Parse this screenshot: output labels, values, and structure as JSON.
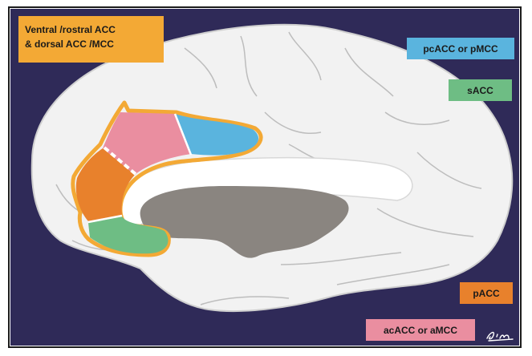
{
  "labels": {
    "main_line1": "Ventral   /rostral ACC",
    "main_line2": "& dorsal ACC /MCC",
    "pcacc": "pcACC or pMCC",
    "sacc": "sACC",
    "pacc": "pACC",
    "acacc": "acACC or aMCC"
  },
  "colors": {
    "background": "#2f2a58",
    "brain": "#f2f2f2",
    "outline_gold": "#f3a935",
    "pcacc": "#5ab4de",
    "sacc": "#6ebd84",
    "pacc": "#e8812c",
    "acacc": "#ea8ea0",
    "corpus_callosum_inner": "#8a8580"
  },
  "signature": "Sim"
}
